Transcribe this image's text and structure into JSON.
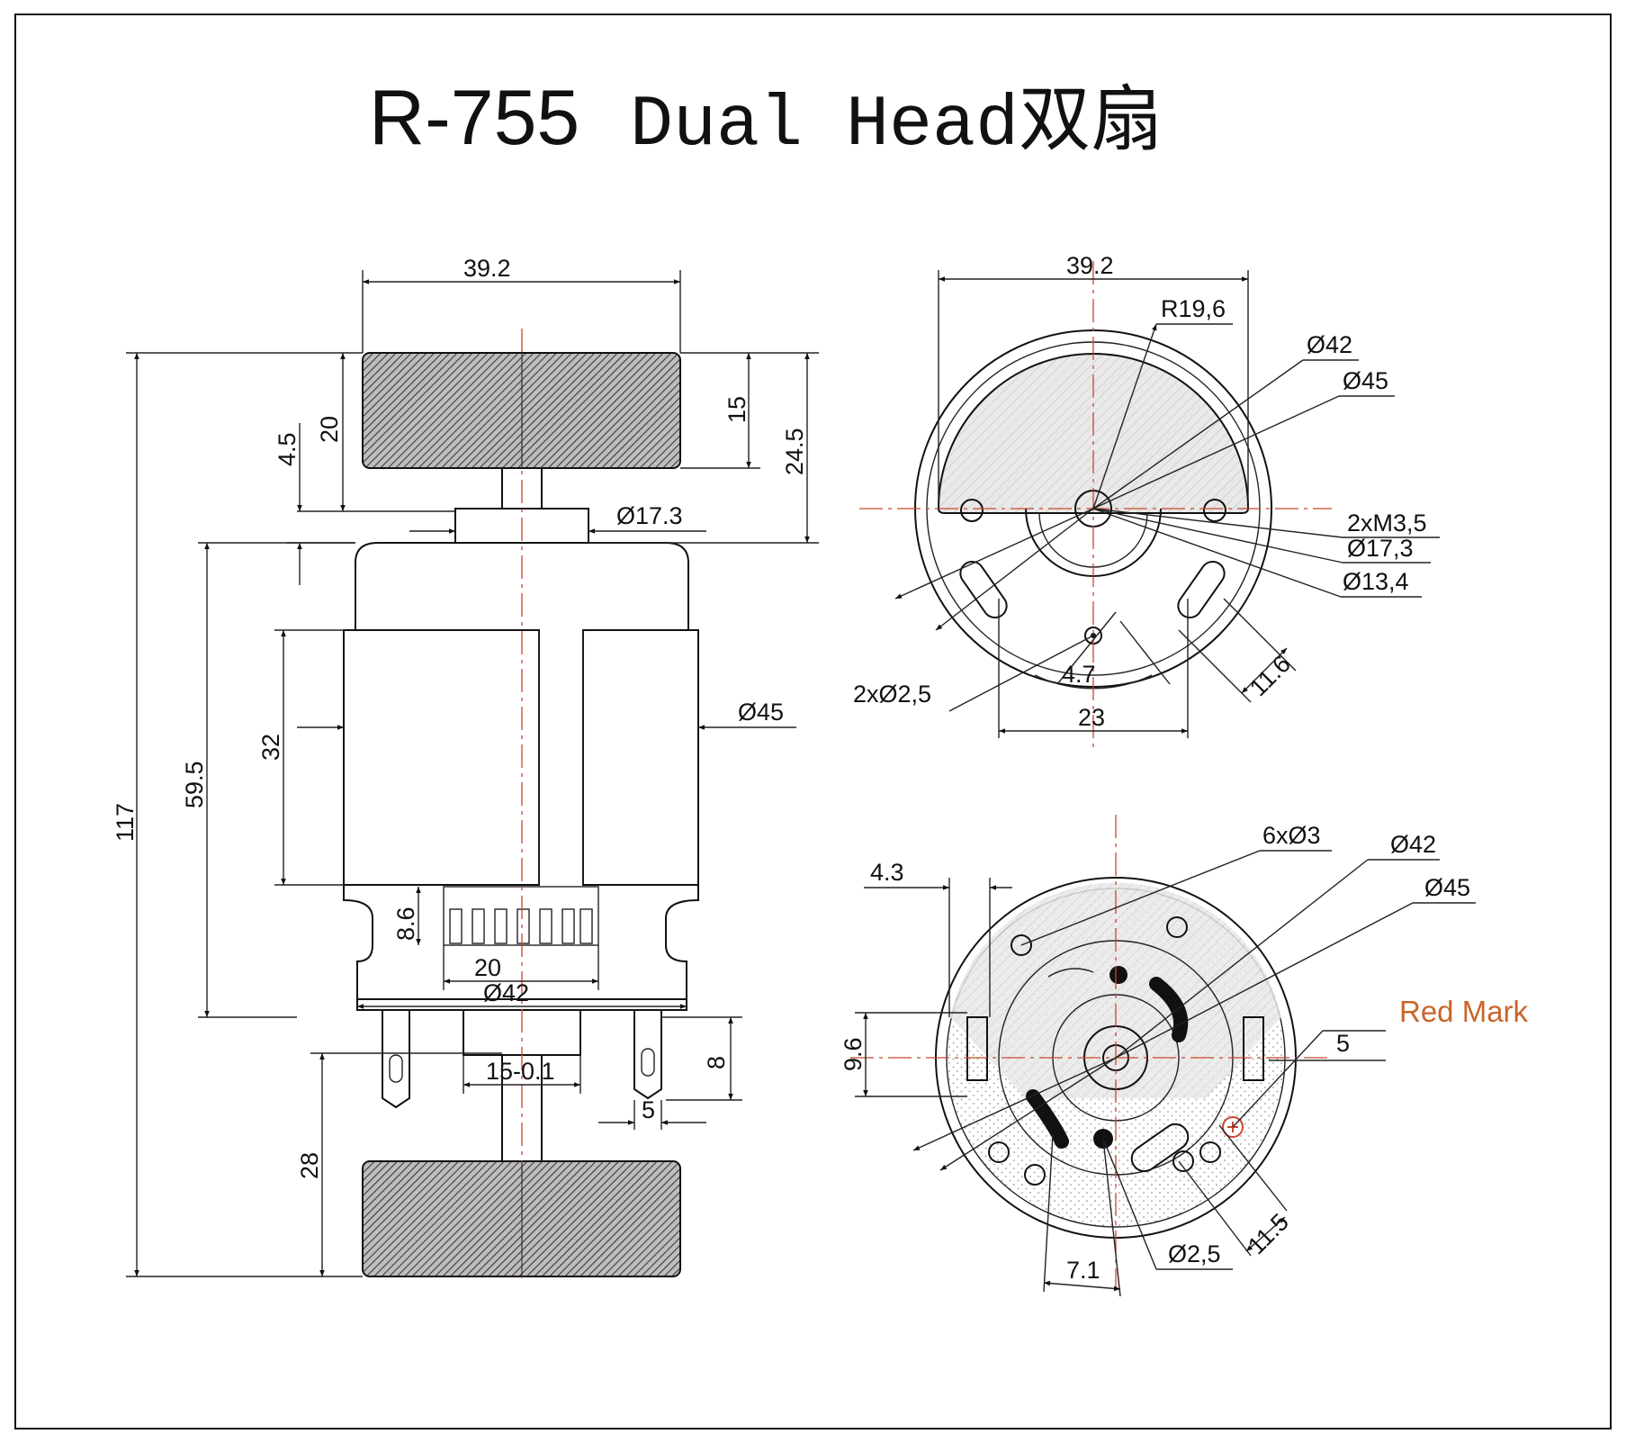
{
  "title": {
    "model": "R-755",
    "suffix": "Dual Head双扇"
  },
  "side_view": {
    "width_top": "39.2",
    "fan_height_20": "20",
    "fan_depth_15": "15",
    "dim_24_5": "24.5",
    "dim_4_5": "4.5",
    "bearing_dia": "Ø17.3",
    "overall_117": "117",
    "body_59_5": "59.5",
    "can_32": "32",
    "can_dia": "Ø45",
    "dim_8_6": "8.6",
    "dim_20": "20",
    "endcap_dia": "Ø42",
    "dim_15_01": "15-0.1",
    "dim_8": "8",
    "dim_5": "5",
    "shaft_28": "28"
  },
  "front_view": {
    "width_top": "39.2",
    "radius": "R19,6",
    "dia_42": "Ø42",
    "dia_45": "Ø45",
    "screw": "2xM3,5",
    "dia_17_3": "Ø17,3",
    "dia_13_4": "Ø13,4",
    "holes_2_5": "2xØ2,5",
    "dim_4_7": "4.7",
    "dim_23": "23",
    "dim_11_6": "11.6"
  },
  "rear_view": {
    "dim_4_3": "4.3",
    "holes_6x3": "6xØ3",
    "dia_42": "Ø42",
    "dia_45": "Ø45",
    "red_mark": "Red Mark",
    "dim_5": "5",
    "dim_9_6": "9.6",
    "dim_7_1": "7.1",
    "dia_2_5": "Ø2,5",
    "dim_11_5": "11.5"
  },
  "colors": {
    "centerline": "#c8472a",
    "red_mark": "#c8662a",
    "hatch": "#555555"
  }
}
